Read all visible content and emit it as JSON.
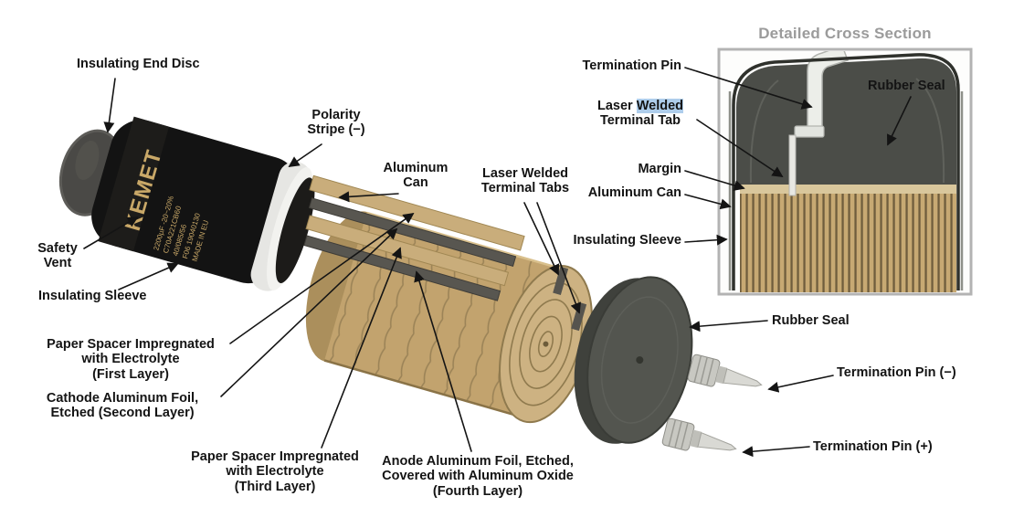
{
  "diagram": {
    "inset_title": "Detailed Cross Section",
    "labels": {
      "insulating_end_disc": "Insulating End Disc",
      "safety_vent": "Safety\nVent",
      "insulating_sleeve_left": "Insulating Sleeve",
      "polarity_stripe": "Polarity\nStripe (−)",
      "aluminum_can_left": "Aluminum\nCan",
      "laser_welded_terminal_tabs": "Laser Welded\nTerminal Tabs",
      "paper_spacer_first": "Paper Spacer Impregnated\nwith Electrolyte\n(First Layer)",
      "cathode_foil": "Cathode Aluminum Foil,\nEtched (Second Layer)",
      "paper_spacer_third": "Paper Spacer Impregnated\nwith Electrolyte\n(Third Layer)",
      "anode_foil": "Anode Aluminum Foil, Etched,\nCovered with Aluminum Oxide\n(Fourth Layer)",
      "rubber_seal_mid": "Rubber Seal",
      "termination_pin_neg": "Termination Pin (−)",
      "termination_pin_pos": "Termination Pin (+)"
    },
    "inset_labels": {
      "termination_pin": "Termination Pin",
      "rubber_seal": "Rubber Seal",
      "lw_pre": "Laser ",
      "lw_hl": "Welded",
      "lw_line2": "Terminal Tab",
      "margin": "Margin",
      "aluminum_can": "Aluminum Can",
      "insulating_sleeve": "Insulating Sleeve"
    }
  },
  "capacitor": {
    "brand": "KEMET",
    "markings": [
      "2200µF -20~20%",
      "C70A221CB60",
      "40/085/56",
      "F06 19040130",
      "MADE IN EU"
    ]
  },
  "colors": {
    "label_text": "#141414",
    "inset_title": "#9b9b9b",
    "can_black": "#141414",
    "brand_gold": "#c9a868",
    "paper_tan": "#c3a571",
    "foil_gray": "#585650",
    "rubber_seal": "#4d4f4a",
    "pin_silver": "#d9d9d4",
    "inset_border": "#b3b3b3",
    "highlight_blue": "#aecdeb"
  }
}
